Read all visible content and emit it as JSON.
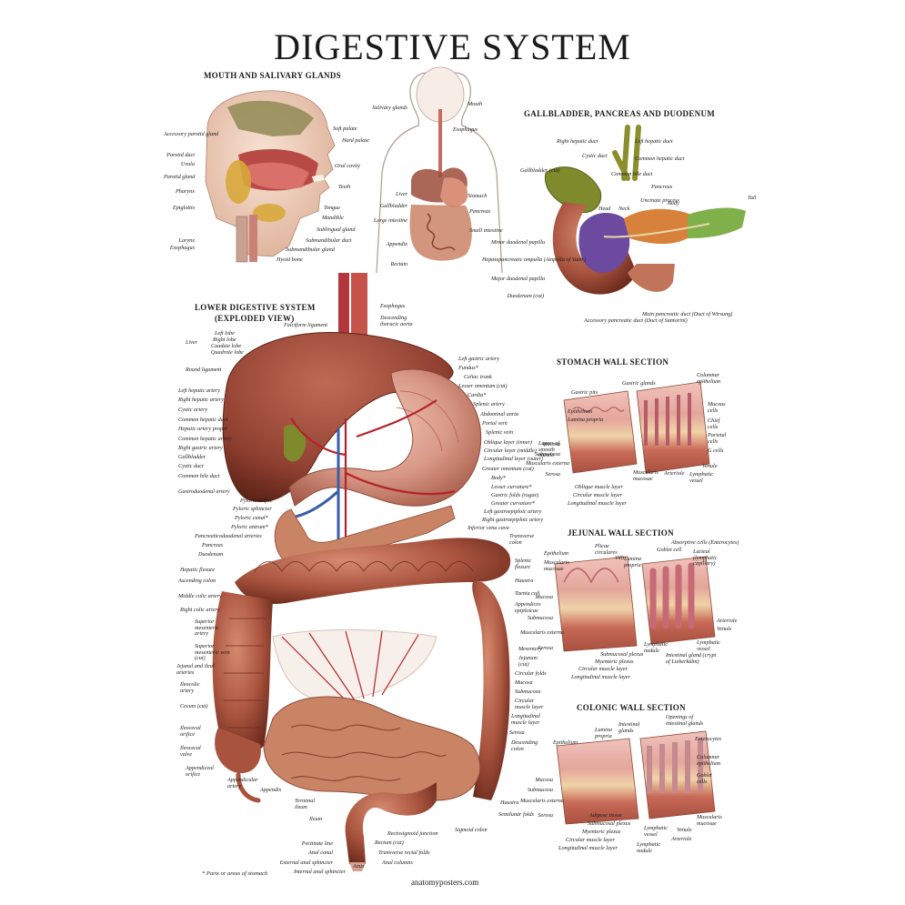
{
  "title": "DIGESTIVE SYSTEM",
  "sections": {
    "mouth": "MOUTH AND SALIVARY GLANDS",
    "gallbladder": "GALLBLADDER, PANCREAS AND DUODENUM",
    "lower": "LOWER DIGESTIVE SYSTEM",
    "lower_sub": "(EXPLODED VIEW)",
    "stomach_wall": "STOMACH WALL SECTION",
    "jejunal_wall": "JEJUNAL WALL SECTION",
    "colonic_wall": "COLONIC WALL SECTION"
  },
  "footer": {
    "note": "* Parts or areas of stomach",
    "site": "anatomyposters.com"
  },
  "labels": {
    "mouth_left": [
      "Accessory parotid gland",
      "Parotid duct",
      "Uvula",
      "Parotid gland",
      "Pharynx",
      "Epiglottis",
      "Larynx",
      "Esophagus"
    ],
    "mouth_right": [
      "Soft palate",
      "Hard palate",
      "Oral cavity",
      "Teeth",
      "Tongue",
      "Mandible",
      "Sublingual gland",
      "Submandibular duct",
      "Submandibular gland",
      "Hyoid bone"
    ],
    "body_left": [
      "Salivary glands",
      "Liver",
      "Gallbladder",
      "Large intestine",
      "Appendix",
      "Rectum"
    ],
    "body_right": [
      "Mouth",
      "Esophagus",
      "Stomach",
      "Pancreas",
      "Small intestine"
    ],
    "gall": [
      "Right hepatic duct",
      "Left hepatic duct",
      "Cystic duct",
      "Common hepatic duct",
      "Gallbladder (cut)",
      "Common bile duct",
      "Pancreas",
      "Tail",
      "Body",
      "Uncinate process",
      "Neck",
      "Head",
      "Minor duodenal papilla",
      "Hepatopancreatic ampulla (Ampulla of Vater)",
      "Major duodenal papilla",
      "Duodenum (cut)",
      "Accessory pancreatic duct (Duct of Santorini)",
      "Main pancreatic duct (Duct of Wirsung)"
    ],
    "lower_left": [
      "Liver",
      "Left lobe",
      "Right lobe",
      "Caudate lobe",
      "Quadrate lobe",
      "Falciform ligament",
      "Round ligament",
      "Left hepatic artery",
      "Right hepatic artery",
      "Cystic artery",
      "Common hepatic duct",
      "Hepatic artery proper",
      "Common hepatic artery",
      "Right gastric artery",
      "Gallbladder",
      "Cystic duct",
      "Common bile duct",
      "Gastroduodenal artery",
      "Pyloric orifice",
      "Pyloric sphincter",
      "Pyloric canal*",
      "Pyloric antrum*",
      "Pancreaticoduodenal arteries",
      "Pancreas",
      "Duodenum",
      "Hepatic flexure",
      "Ascending colon",
      "Middle colic artery",
      "Right colic artery",
      "Superior mesenteric artery",
      "Superior mesenteric vein (cut)",
      "Jejunal and ileal arteries",
      "Ileocolic artery",
      "Cecum (cut)",
      "Ileocecal orifice",
      "Ileocecal valve",
      "Appendiceal orifice",
      "Appendicular artery",
      "Appendix",
      "Terminal ileum",
      "Ileum",
      "Pectinate line",
      "Anal canal",
      "External anal sphincter",
      "Internal anal sphincter",
      "Anus"
    ],
    "lower_right": [
      "Esophagus",
      "Descending thoracic aorta",
      "Left gastric artery",
      "Fundus*",
      "Celiac trunk",
      "Lesser omentum (cut)",
      "Cardia*",
      "Splenic artery",
      "Abdominal aorta",
      "Portal vein",
      "Splenic vein",
      "Oblique layer (inner)",
      "Circular layer (middle)",
      "Longitudinal layer (outer)",
      "Layers of smooth muscle",
      "Greater omentum (cut)",
      "Body*",
      "Lesser curvature*",
      "Gastric folds (rugae)",
      "Greater curvature*",
      "Left gastroepiploic artery",
      "Right gastroepiploic artery",
      "Inferior vena cava",
      "Transverse colon",
      "Splenic flexure",
      "Haustra",
      "Taenia coli",
      "Appendices epiploicae",
      "Mesentery",
      "Jejunum (cut)",
      "Circular folds",
      "Mucosa",
      "Submucosa",
      "Circular muscle layer",
      "Longitudinal muscle layer",
      "Serosa",
      "Descending colon",
      "Haustra",
      "Semilunar folds",
      "Sigmoid colon",
      "Rectosigmoid junction",
      "Rectum (cut)",
      "Transverse rectal folds",
      "Anal columns"
    ],
    "stomach_wall": [
      "Gastric pits",
      "Gastric glands",
      "Columnar epithelium",
      "Epithelium",
      "Lamina propria",
      "Mucous cells",
      "Chief cells",
      "Parietal cells",
      "G cells",
      "Venule",
      "Lymphatic vessel",
      "Arteriole",
      "Mucosa",
      "Submucosa",
      "Muscularis externa",
      "Serosa",
      "Muscularis mucosae",
      "Oblique muscle layer",
      "Circular muscle layer",
      "Longitudinal muscle layer"
    ],
    "jejunal_wall": [
      "Plicae circulares",
      "Absorptive cells (Enterocytes)",
      "Goblet cell",
      "Lacteal (lymphatic capillary)",
      "Epithelium",
      "Muscularis mucosae",
      "Villi",
      "Lamina propria",
      "Mucosa",
      "Submucosa",
      "Muscularis externa",
      "Serosa",
      "Arteriole",
      "Venule",
      "Lymphatic vessel",
      "Lymphatic nodule",
      "Intestinal gland (crypt of Lieberkühn)",
      "Submucosal plexus",
      "Myenteric plexus",
      "Circular muscle layer",
      "Longitudinal muscle layer"
    ],
    "colonic_wall": [
      "Lamina propria",
      "Intestinal glands",
      "Openings of intestinal glands",
      "Enterocytes",
      "Epithelium",
      "Columnar epithelium",
      "Goblet cells",
      "Mucosa",
      "Submucosa",
      "Muscularis externa",
      "Serosa",
      "Adipose tissue",
      "Submucosal plexus",
      "Myenteric plexus",
      "Circular muscle layer",
      "Longitudinal muscle layer",
      "Lymphatic vessel",
      "Lymphatic nodule",
      "Venule",
      "Arteriole",
      "Muscularis mucosae"
    ]
  },
  "colors": {
    "organ": "#a8533e",
    "organ_dark": "#7a3424",
    "liver": "#9c4a3a",
    "intestine": "#b9664d",
    "artery": "#b3232a",
    "vein": "#3a5ea8",
    "bile": "#7f8a2e",
    "pancreas_head": "#6c4aa0",
    "pancreas_body": "#d7813b",
    "pancreas_tail": "#7fb04a",
    "skin": "#f1d2bf",
    "tissue_pink": "#e8b4aa"
  }
}
